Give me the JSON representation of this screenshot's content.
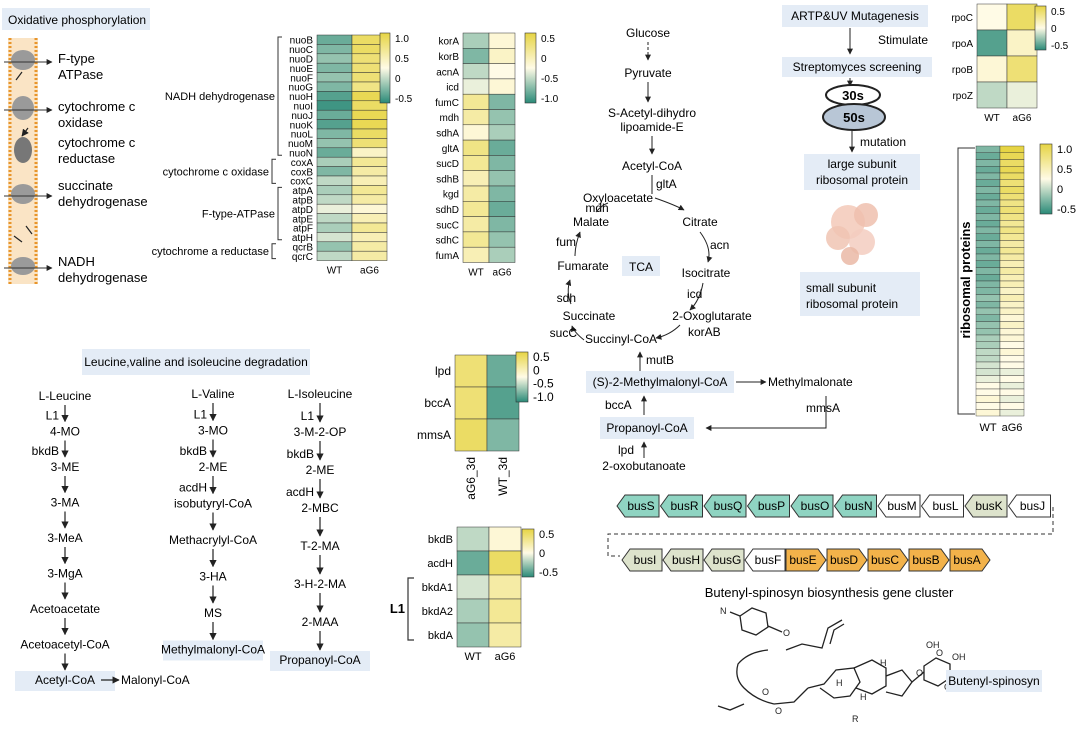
{
  "colors": {
    "high": "#e6d444",
    "mid": "#fffbe6",
    "low": "#2a8a78",
    "label_bg": "#e4ecf6",
    "bus_teal": "#8fd4c2",
    "bus_sage": "#dde3cc",
    "bus_orange": "#f2b24a",
    "bus_white": "#ffffff",
    "membrane": "#f2b25a"
  },
  "oxphos": {
    "title": "Oxidative phosphorylation",
    "labels": [
      "F-type ATPase",
      "cytochrome c oxidase",
      "cytochrome c reductase",
      "succinate dehydrogenase",
      "NADH dehydrogenase"
    ]
  },
  "heatmap_oxphos": {
    "rows": [
      "nuoB",
      "nuoC",
      "nuoD",
      "nuoE",
      "nuoF",
      "nuoG",
      "nuoH",
      "nuoI",
      "nuoJ",
      "nuoK",
      "nuoL",
      "nuoM",
      "nuoN",
      "coxA",
      "coxB",
      "coxC",
      "atpA",
      "atpB",
      "atpD",
      "atpE",
      "atpF",
      "atpH",
      "qcrB",
      "qcrC"
    ],
    "cols": [
      "WT",
      "aG6"
    ],
    "values": [
      [
        -0.7,
        0.8
      ],
      [
        -0.6,
        0.8
      ],
      [
        -0.5,
        0.7
      ],
      [
        -0.6,
        0.7
      ],
      [
        -0.5,
        0.7
      ],
      [
        -0.6,
        0.6
      ],
      [
        -0.8,
        0.9
      ],
      [
        -0.9,
        0.8
      ],
      [
        -0.7,
        0.9
      ],
      [
        -0.8,
        0.9
      ],
      [
        -0.6,
        0.8
      ],
      [
        -0.5,
        0.7
      ],
      [
        -0.7,
        0.2
      ],
      [
        -0.4,
        0.5
      ],
      [
        -0.6,
        0.4
      ],
      [
        -0.3,
        0.3
      ],
      [
        -0.4,
        0.5
      ],
      [
        -0.3,
        0.4
      ],
      [
        -0.1,
        0.1
      ],
      [
        -0.3,
        0.3
      ],
      [
        -0.4,
        0.5
      ],
      [
        -0.2,
        0.3
      ],
      [
        -0.5,
        0.4
      ],
      [
        -0.3,
        0.4
      ]
    ],
    "groups": [
      "NADH dehydrogenase",
      "cytochrome c oxidase",
      "F-type-ATPase",
      "cytochrome a reductase"
    ],
    "legend_ticks": [
      "1.0",
      "0.5",
      "0",
      "-0.5"
    ]
  },
  "heatmap_tca": {
    "rows": [
      "korA",
      "korB",
      "acnA",
      "icd",
      "fumC",
      "mdh",
      "sdhA",
      "gltA",
      "sucD",
      "sdhB",
      "kgd",
      "sdhD",
      "sucC",
      "sdhC",
      "fumA"
    ],
    "cols": [
      "WT",
      "aG6"
    ],
    "values": [
      [
        -0.4,
        0.1
      ],
      [
        -0.6,
        0.2
      ],
      [
        -0.3,
        0.0
      ],
      [
        -0.1,
        0.1
      ],
      [
        0.5,
        -0.6
      ],
      [
        0.4,
        -0.5
      ],
      [
        0.1,
        -0.4
      ],
      [
        0.6,
        -0.7
      ],
      [
        0.5,
        -0.6
      ],
      [
        0.3,
        -0.5
      ],
      [
        0.4,
        -0.6
      ],
      [
        0.5,
        -0.7
      ],
      [
        0.4,
        -0.6
      ],
      [
        0.5,
        -0.5
      ],
      [
        0.3,
        -0.4
      ]
    ],
    "legend_ticks": [
      "0.5",
      "0",
      "-0.5",
      "-1.0"
    ]
  },
  "tca": {
    "nodes": [
      "Glucose",
      "Pyruvate",
      "S-Acetyl-dihydro",
      "lipoamide-E",
      "Acetyl-CoA",
      "Oxyloacetate",
      "Citrate",
      "Isocitrate",
      "2-Oxoglutarate",
      "Succinyl-CoA",
      "Succinate",
      "Fumarate",
      "Malate",
      "TCA"
    ],
    "enzymes": [
      "gltA",
      "acn",
      "icd",
      "korAB",
      "sucC",
      "sdh",
      "fum",
      "mdh",
      "mutB"
    ]
  },
  "methyl": {
    "nodes": [
      "(S)-2-Methylmalonyl-CoA",
      "Methylmalonate",
      "Propanoyl-CoA",
      "2-oxobutanoate"
    ],
    "enzymes": [
      "mmsA",
      "bccA",
      "lpd"
    ]
  },
  "mutagenesis": {
    "title": "ARTP&UV Mutagenesis",
    "stimulate": "Stimulate",
    "screening": "Streptomyces screening",
    "s30": "30s",
    "s50": "50s",
    "mutation": "mutation",
    "large": [
      "large subunit",
      "ribosomal protein"
    ],
    "small": [
      "small subunit",
      "ribosomal protein"
    ]
  },
  "heatmap_rpo": {
    "rows": [
      "rpoC",
      "rpoA",
      "rpoB",
      "rpoZ"
    ],
    "cols": [
      "WT",
      "aG6"
    ],
    "values": [
      [
        0.0,
        0.8
      ],
      [
        -0.8,
        0.2
      ],
      [
        0.1,
        0.7
      ],
      [
        -0.3,
        -0.1
      ]
    ],
    "legend_ticks": [
      "0.5",
      "0",
      "-0.5"
    ]
  },
  "heatmap_ribo": {
    "label": "ribosomal proteins",
    "cols": [
      "WT",
      "aG6"
    ],
    "wt": [
      -0.6,
      -0.7,
      -0.6,
      -0.7,
      -0.6,
      -0.7,
      -0.6,
      -0.7,
      -0.6,
      -0.7,
      -0.6,
      -0.7,
      -0.6,
      -0.7,
      -0.6,
      -0.7,
      -0.6,
      -0.7,
      -0.6,
      -0.7,
      -0.6,
      -0.6,
      -0.5,
      -0.6,
      -0.5,
      -0.6,
      -0.5,
      -0.5,
      -0.4,
      -0.4,
      -0.3,
      -0.3,
      -0.2,
      -0.2,
      -0.1,
      0.0,
      0.0,
      0.1,
      0.0,
      0.1
    ],
    "ag6": [
      1.0,
      0.9,
      0.8,
      0.9,
      0.8,
      0.7,
      0.8,
      0.7,
      0.6,
      0.7,
      0.6,
      0.5,
      0.6,
      0.5,
      0.4,
      0.5,
      0.4,
      0.3,
      0.4,
      0.3,
      0.3,
      0.2,
      0.3,
      0.2,
      0.2,
      0.1,
      0.2,
      0.1,
      0.1,
      0.0,
      0.1,
      0.0,
      0.0,
      -0.1,
      0.0,
      -0.1,
      0.0,
      -0.1,
      0.0,
      -0.1
    ],
    "legend_ticks": [
      "1.0",
      "0.5",
      "0",
      "-0.5"
    ]
  },
  "degradation": {
    "title": "Leucine,valine and isoleucine degradation",
    "leucine": [
      "L-Leucine",
      "4-MO",
      "3-ME",
      "3-MA",
      "3-MeA",
      "3-MgA",
      "Acetoacetate",
      "Acetoacetyl-CoA",
      "Acetyl-CoA",
      "Malonyl-CoA"
    ],
    "leucine_enz": [
      "L1",
      "bkdB"
    ],
    "valine": [
      "L-Valine",
      "3-MO",
      "2-ME",
      "isobutyryl-CoA",
      "Methacrylyl-CoA",
      "3-HA",
      "MS",
      "Methylmalonyl-CoA"
    ],
    "valine_enz": [
      "L1",
      "bkdB",
      "acdH"
    ],
    "isoleucine": [
      "L-Isoleucine",
      "3-M-2-OP",
      "2-ME",
      "2-MBC",
      "T-2-MA",
      "3-H-2-MA",
      "2-MAA",
      "Propanoyl-CoA"
    ],
    "isoleucine_enz": [
      "L1",
      "bkdB",
      "acdH"
    ]
  },
  "heatmap_3d": {
    "rows": [
      "lpd",
      "bccA",
      "mmsA"
    ],
    "cols": [
      "aG6_3d",
      "WT_3d"
    ],
    "values": [
      [
        0.7,
        -0.7
      ],
      [
        0.7,
        -0.8
      ],
      [
        0.8,
        -0.6
      ]
    ],
    "legend_ticks": [
      "0.5",
      "0",
      "-0.5",
      "-1.0"
    ]
  },
  "heatmap_bkd": {
    "rows": [
      "bkdB",
      "acdH",
      "bkdA1",
      "bkdA2",
      "bkdA"
    ],
    "cols": [
      "WT",
      "aG6"
    ],
    "values": [
      [
        -0.3,
        0.1
      ],
      [
        -0.7,
        0.8
      ],
      [
        -0.2,
        0.4
      ],
      [
        -0.4,
        0.5
      ],
      [
        -0.5,
        0.4
      ]
    ],
    "group": "L1",
    "legend_ticks": [
      "0.5",
      "0",
      "-0.5"
    ]
  },
  "gene_cluster": {
    "title": "Butenyl-spinosyn biosynthesis gene cluster",
    "row1": [
      {
        "name": "busS",
        "color": "teal"
      },
      {
        "name": "busR",
        "color": "teal"
      },
      {
        "name": "busQ",
        "color": "teal"
      },
      {
        "name": "busP",
        "color": "teal"
      },
      {
        "name": "busO",
        "color": "teal"
      },
      {
        "name": "busN",
        "color": "teal"
      },
      {
        "name": "busM",
        "color": "white"
      },
      {
        "name": "busL",
        "color": "white"
      },
      {
        "name": "busK",
        "color": "sage"
      },
      {
        "name": "busJ",
        "color": "white"
      }
    ],
    "row2": [
      {
        "name": "busI",
        "color": "sage"
      },
      {
        "name": "busH",
        "color": "sage"
      },
      {
        "name": "busG",
        "color": "sage"
      },
      {
        "name": "busF",
        "color": "white"
      },
      {
        "name": "busE",
        "color": "orange"
      },
      {
        "name": "busD",
        "color": "orange"
      },
      {
        "name": "busC",
        "color": "orange"
      },
      {
        "name": "busB",
        "color": "orange"
      },
      {
        "name": "busA",
        "color": "orange"
      }
    ]
  },
  "molecule": {
    "label": "Butenyl-spinosyn",
    "atoms": [
      "OH",
      "OH",
      "OH",
      "O",
      "O",
      "O",
      "O",
      "O",
      "N",
      "H",
      "H",
      "H",
      "R"
    ]
  }
}
